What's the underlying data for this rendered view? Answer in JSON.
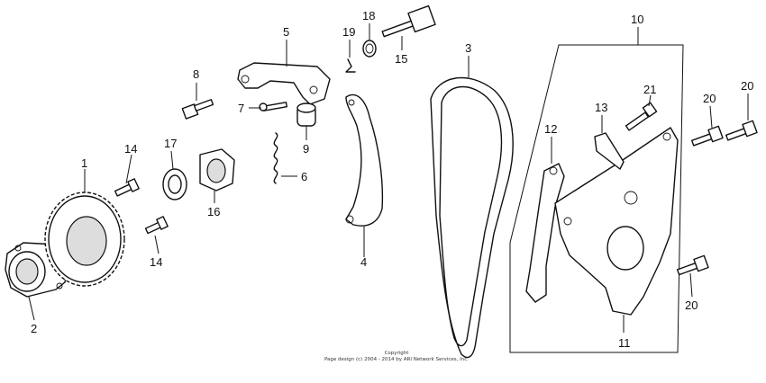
{
  "callouts": {
    "n1": "1",
    "n2": "2",
    "n3": "3",
    "n4": "4",
    "n5": "5",
    "n6": "6",
    "n7": "7",
    "n8": "8",
    "n9": "9",
    "n10": "10",
    "n11": "11",
    "n12": "12",
    "n13": "13",
    "n14a": "14",
    "n14b": "14",
    "n15": "15",
    "n16": "16",
    "n17": "17",
    "n18": "18",
    "n19": "19",
    "n20a": "20",
    "n20b": "20",
    "n20c": "20",
    "n21": "21"
  },
  "copyright": {
    "line1": "Copyright",
    "line2": "Page design (c) 2004 - 2014 by ARI Network Services, Inc."
  }
}
